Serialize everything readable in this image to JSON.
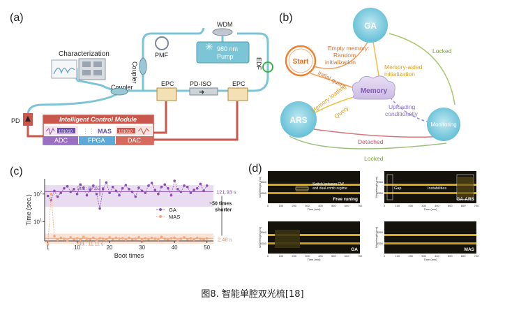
{
  "panels": {
    "a": "(a)",
    "b": "(b)",
    "c": "(c)",
    "d": "(d)"
  },
  "panel_a": {
    "characterization": "Characterization",
    "coupler_top": "Coupler",
    "coupler_bottom": "Coupler",
    "pmf": "PMF",
    "wdm": "WDM",
    "pump_line1": "980 nm",
    "pump_line2": "Pump",
    "edf": "EDF",
    "epc_left": "EPC",
    "epc_right": "EPC",
    "pd_iso": "PD-ISO",
    "pd": "PD",
    "icm_title": "Intelligent Control Module",
    "mas": "MAS",
    "bits": "101010",
    "adc": "ADC",
    "fpga": "FPGA",
    "dac": "DAC"
  },
  "panel_b": {
    "ga": "GA",
    "start": "Start",
    "ars": "ARS",
    "monitoring": "Monitoring",
    "memory": "Memory",
    "empty_memory_1": "Empty memory:",
    "empty_memory_2": "Random",
    "empty_memory_3": "initialization",
    "memory_aided_1": "Memory-aided",
    "memory_aided_2": "initialization",
    "initial_query": "Initial query",
    "memory_loading": "Memory loading",
    "query": "Query",
    "uploading_1": "Uploading",
    "uploading_2": "conditionally",
    "locked_top": "Locked",
    "detached": "Detached",
    "locked_bottom": "Locked"
  },
  "chart_data": {
    "type": "scatter",
    "title": "",
    "xlabel": "Boot times",
    "ylabel": "Time (sec.)",
    "xlim": [
      0,
      52
    ],
    "ylim_log": [
      0.3,
      2.55
    ],
    "xticks": [
      1,
      10,
      20,
      30,
      40,
      50
    ],
    "yticks_label": [
      "10^1",
      "10^2"
    ],
    "grid": false,
    "legend": "center-right",
    "annotations": {
      "std_ga": "Std.: 87.62 s",
      "std_mas": "Std.: 11.11 s",
      "ga_mean": "121.93 s",
      "mas_mean": "2.48 s",
      "speedup_1": "~50 times",
      "speedup_2": "shorter"
    },
    "series": [
      {
        "name": "GA",
        "color": "#8a4fb3",
        "values": [
          85,
          60,
          130,
          80,
          110,
          160,
          190,
          120,
          150,
          100,
          220,
          170,
          90,
          140,
          200,
          100,
          30,
          150,
          260,
          110,
          180,
          130,
          90,
          160,
          210,
          150,
          120,
          80,
          170,
          130,
          110,
          200,
          250,
          140,
          100,
          180,
          220,
          160,
          90,
          300,
          150,
          120,
          200,
          180,
          110,
          140,
          160,
          230,
          130,
          200
        ]
      },
      {
        "name": "MAS",
        "color": "#f2a77b",
        "values": [
          1.5,
          100,
          3,
          2.2,
          2.6,
          2.4,
          2.1,
          2.7,
          2.3,
          2.5,
          2.2,
          2.8,
          2.4,
          2.3,
          2.6,
          2.1,
          2.5,
          2.4,
          2.2,
          2.7,
          2.3,
          2.6,
          2.4,
          2.5,
          2.2,
          2.6,
          2.3,
          2.4,
          2.7,
          2.2,
          2.5,
          2.3,
          2.6,
          2.4,
          2.2,
          2.8,
          2.4,
          2.3,
          2.5,
          2.6,
          2.1,
          2.4,
          2.7,
          2.3,
          2.5,
          2.2,
          2.6,
          2.4,
          2.3,
          2.5
        ]
      }
    ]
  },
  "panel_d": {
    "y_label": "Wavelength (nm)",
    "x_label": "Time (min)",
    "y_tick_top": "1560",
    "y_tick_bottom": "1550",
    "x_ticks": [
      "0",
      "100",
      "200",
      "300",
      "400",
      "500",
      "600",
      "700"
    ],
    "free_running_title": "Free runing",
    "free_running_note_1": "Switch between CW",
    "free_running_note_2": "and dual-comb regime",
    "ga_ars_title": "GA-ARS",
    "gap": "Gap",
    "instabilities": "Instabilities",
    "ga_title": "GA",
    "mas_title": "MAS"
  },
  "caption": "图8. 智能单腔双光梳[18]"
}
